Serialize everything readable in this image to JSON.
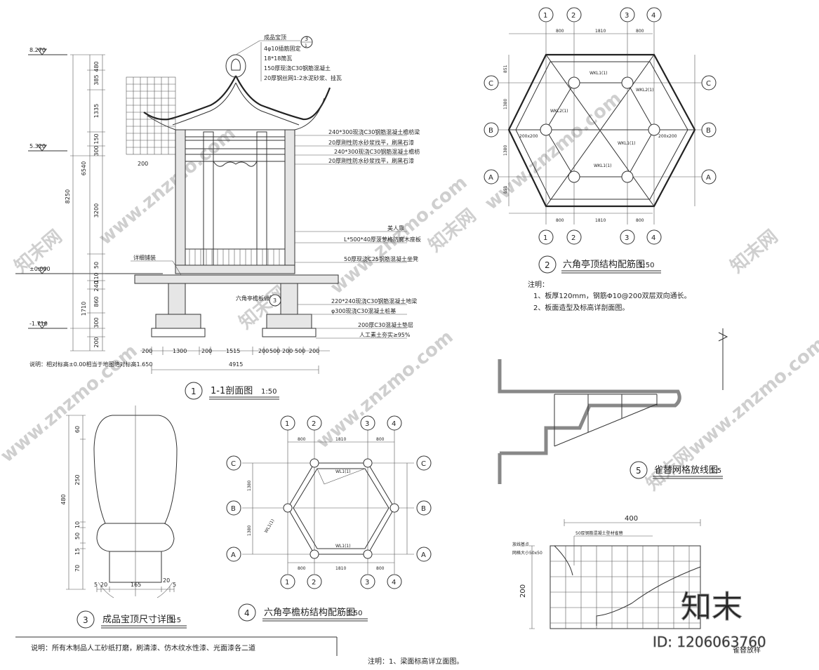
{
  "section_1": {
    "number": "1",
    "title": "1-1剖面图",
    "scale": "1:50",
    "elevations": [
      "8.270",
      "5.320",
      "±0.000",
      "-1.710"
    ],
    "vertical_dims_inner": [
      "480",
      "385",
      "1335",
      "150",
      "300",
      "3200",
      "50",
      "110",
      "240",
      "860",
      "300",
      "200"
    ],
    "vertical_dims_outer": [
      "6540",
      "8250",
      "1710"
    ],
    "vertical_dim_side": "200",
    "bottom_dims": [
      "200",
      "1300",
      "200",
      "1515",
      "200",
      "500",
      "200",
      "500",
      "200"
    ],
    "total_dim": "4915",
    "callouts": [
      "成品宝顶",
      "4φ10插筋固定",
      "18*18筒瓦",
      "150厚现浇C30钢筋混凝土",
      "20厚钢丝网1:2水泥砂浆、挂瓦",
      "240*300现浇C30钢筋混凝土檐枋梁",
      "20厚刚性防水砂浆找平，刷黑石漆",
      "240*300现浇C30钢筋混凝土檐枋",
      "20厚刚性防水砂浆找平，刷黑石漆",
      "美人靠",
      "L*500*40厚菠萝格防腐木座板",
      "50厚现浇C25钢筋混凝土坐凳",
      "220*240现浇C30钢筋混凝土地梁",
      "φ300现浇C30混凝土桩基",
      "200厚C30混凝土垫层",
      "人工素土夯实≥95%"
    ],
    "callout_mark": "3",
    "callout_mark_sub": "1",
    "left_labels": [
      "详细铺装"
    ],
    "node_label": "六角亭檐板做法",
    "node_mark": "3",
    "note": "说明：相对标高±0.00相当于地图绝对标高1.650"
  },
  "section_2": {
    "number": "2",
    "title": "六角亭顶结构配筋图",
    "scale": "1:50",
    "axes_num": [
      "1",
      "2",
      "3",
      "4"
    ],
    "axes_letter": [
      "C",
      "B",
      "A"
    ],
    "top_dims": [
      "800",
      "1810",
      "800"
    ],
    "bottom_dims": [
      "800",
      "1810",
      "800"
    ],
    "side_dims": [
      "851",
      "1380",
      "1380",
      "851"
    ],
    "beam_labels": [
      "WKL1(1)",
      "WKL2(1)",
      "WKL2(1)",
      "WKL1(1)",
      "WKL1(1)",
      "200x200",
      "200x200"
    ],
    "notes_heading": "注明：",
    "notes": [
      "1、板厚120mm，钢筋Φ10@200双层双向通长。",
      "2、板面造型及标高详剖面图。"
    ]
  },
  "section_3": {
    "number": "3",
    "title": "成品宝顶尺寸详图",
    "scale": "1:5",
    "vertical_dims": [
      "60",
      "250",
      "10",
      "50",
      "15",
      "70"
    ],
    "total_dim": "480",
    "bottom_dims": [
      "5",
      "20",
      "165",
      "20",
      "5"
    ]
  },
  "section_4": {
    "number": "4",
    "title": "六角亭檐枋结构配筋图",
    "scale": "1:50",
    "axes_num": [
      "1",
      "2",
      "3",
      "4"
    ],
    "axes_letter": [
      "C",
      "B",
      "A"
    ],
    "top_dims": [
      "800",
      "1810",
      "800"
    ],
    "bottom_dims": [
      "800",
      "1810",
      "800"
    ],
    "side_dims": [
      "1380",
      "1380"
    ],
    "beam_labels": [
      "WL1(1)",
      "WL1(1)",
      "WL1(1)"
    ]
  },
  "section_5": {
    "number": "5",
    "title": "雀替网格放线图",
    "scale": "1:5",
    "grid_top_dim": "400",
    "grid_left_dim": "200",
    "grid_labels": [
      "放线基点",
      "网格大小50x50"
    ],
    "grid_note": "50厚钢筋混凝土型材雀替",
    "partial_title": "雀替放样"
  },
  "general_note": "说明：所有木制品人工砂纸打磨，刷清漆、仿木纹水性漆、光面漆各二道",
  "beam_note": "注明：1、梁面标高详立面图。",
  "watermark": {
    "brand": "知末",
    "brand_repeat": "知末网",
    "url": "www.znzmo.com",
    "id": "ID: 1206063760"
  }
}
